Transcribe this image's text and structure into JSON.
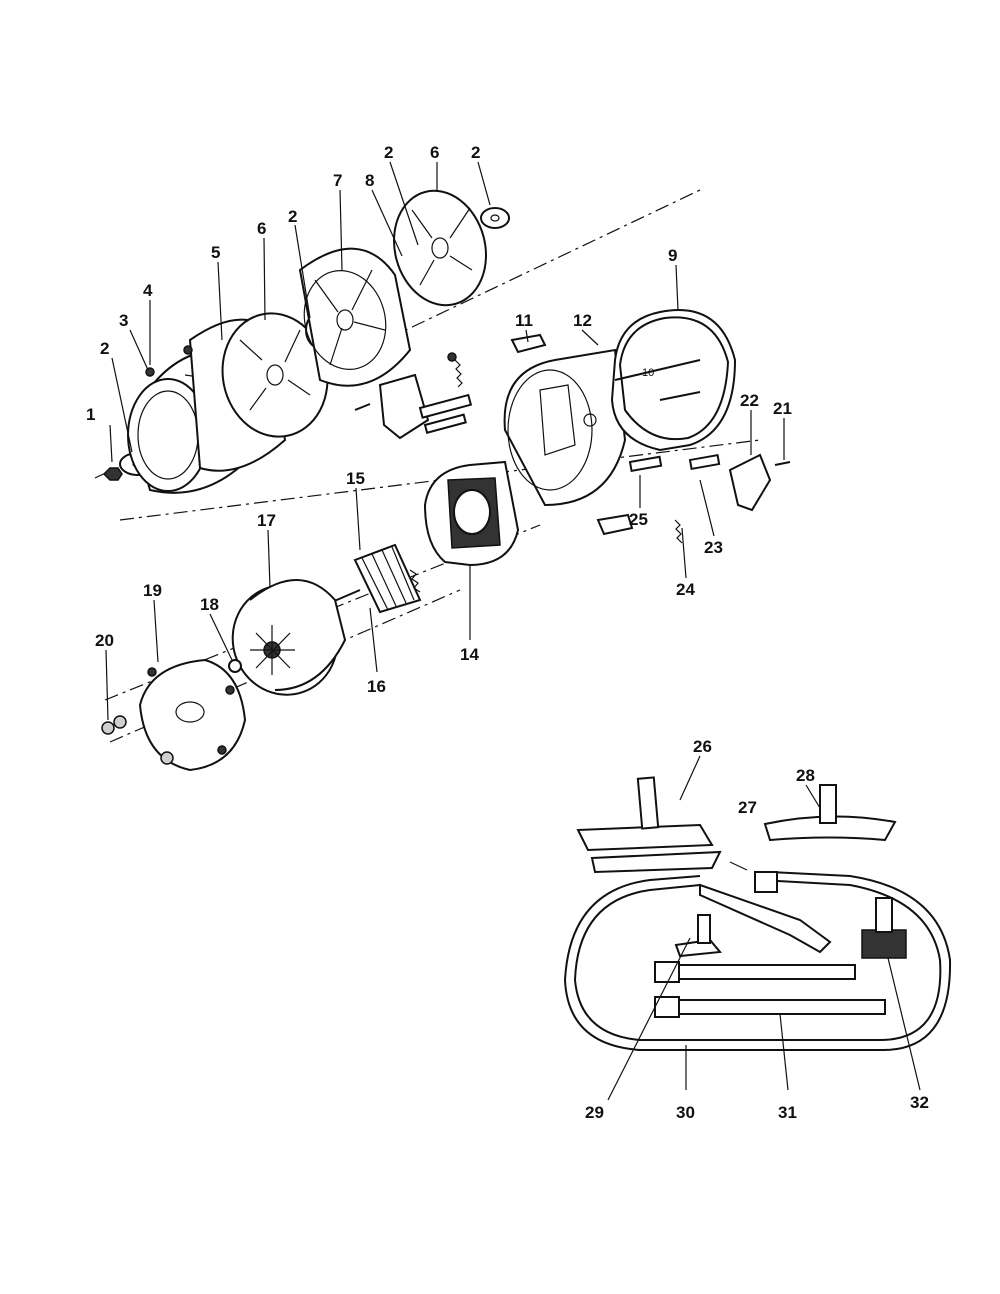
{
  "callouts": [
    {
      "id": "c1",
      "label": "1"
    },
    {
      "id": "c2a",
      "label": "2"
    },
    {
      "id": "c3",
      "label": "3"
    },
    {
      "id": "c4",
      "label": "4"
    },
    {
      "id": "c5",
      "label": "5"
    },
    {
      "id": "c6a",
      "label": "6"
    },
    {
      "id": "c2b",
      "label": "2"
    },
    {
      "id": "c7",
      "label": "7"
    },
    {
      "id": "c8",
      "label": "8"
    },
    {
      "id": "c2c",
      "label": "2"
    },
    {
      "id": "c6b",
      "label": "6"
    },
    {
      "id": "c2d",
      "label": "2"
    },
    {
      "id": "c9",
      "label": "9"
    },
    {
      "id": "c10",
      "label": "10"
    },
    {
      "id": "c11",
      "label": "11"
    },
    {
      "id": "c12",
      "label": "12"
    },
    {
      "id": "c21",
      "label": "21"
    },
    {
      "id": "c22",
      "label": "22"
    },
    {
      "id": "c25",
      "label": "25"
    },
    {
      "id": "c23",
      "label": "23"
    },
    {
      "id": "c24",
      "label": "24"
    },
    {
      "id": "c15",
      "label": "15"
    },
    {
      "id": "c17",
      "label": "17"
    },
    {
      "id": "c14",
      "label": "14"
    },
    {
      "id": "c16",
      "label": "16"
    },
    {
      "id": "c19",
      "label": "19"
    },
    {
      "id": "c18",
      "label": "18"
    },
    {
      "id": "c20",
      "label": "20"
    },
    {
      "id": "c26",
      "label": "26"
    },
    {
      "id": "c28",
      "label": "28"
    },
    {
      "id": "c27",
      "label": "27"
    },
    {
      "id": "c29",
      "label": "29"
    },
    {
      "id": "c30",
      "label": "30"
    },
    {
      "id": "c31",
      "label": "31"
    },
    {
      "id": "c32",
      "label": "32"
    }
  ]
}
